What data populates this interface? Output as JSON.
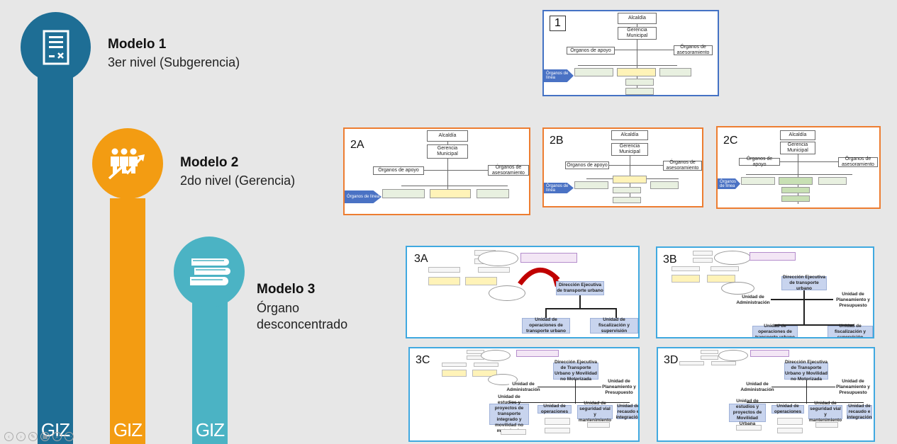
{
  "models": [
    {
      "title": "Modelo 1",
      "subtitle": "3er nivel (Subgerencia)",
      "icon": "document-icon",
      "color": "#1e6e95"
    },
    {
      "title": "Modelo 2",
      "subtitle": "2do nivel (Gerencia)",
      "icon": "people-growth-icon",
      "color": "#f39c12"
    },
    {
      "title": "Modelo 3",
      "subtitle_line1": "Órgano",
      "subtitle_line2": "desconcentrado",
      "icon": "books-icon",
      "color": "#4bb3c4"
    }
  ],
  "brand": "GIZ",
  "thumbnails": {
    "t1": {
      "label": "1",
      "border": "#4472c4"
    },
    "t2a": {
      "label": "2A",
      "border": "#ed7d31"
    },
    "t2b": {
      "label": "2B",
      "border": "#ed7d31"
    },
    "t2c": {
      "label": "2C",
      "border": "#ed7d31"
    },
    "t3a": {
      "label": "3A",
      "border": "#40a9e0"
    },
    "t3b": {
      "label": "3B",
      "border": "#40a9e0"
    },
    "t3c": {
      "label": "3C",
      "border": "#40a9e0"
    },
    "t3d": {
      "label": "3D",
      "border": "#40a9e0"
    }
  },
  "org": {
    "alcaldia": "Alcaldía",
    "gerencia": "Gerencia Municipal",
    "apoyo": "Órganos de apoyo",
    "asesoramiento": "Órganos de asesoramiento",
    "linea": "Órganos de línea"
  },
  "org3": {
    "direccion": "Dirección Ejecutiva de transporte urbano",
    "direccion_long": "Dirección Ejecutiva de Transporte Urbano y Movilidad no Motorizada",
    "operaciones": "Unidad de operaciones de transporte urbano",
    "fiscalizacion": "Unidad de fiscalización y supervisión",
    "administracion": "Unidad de Administración",
    "planeamiento": "Unidad de Planeamiento y Presupuesto",
    "estudios": "Unidad de estudios y proyectos de transporte integrado y movilidad no motorizada",
    "operaciones_short": "Unidad de operaciones",
    "seguridad": "Unidad de seguridad vial y mantenimiento",
    "recaudo": "Unidad de recaudo e integración",
    "estudios_short": "Unidad de estudios y proyectos de Movilidad Urbana"
  }
}
